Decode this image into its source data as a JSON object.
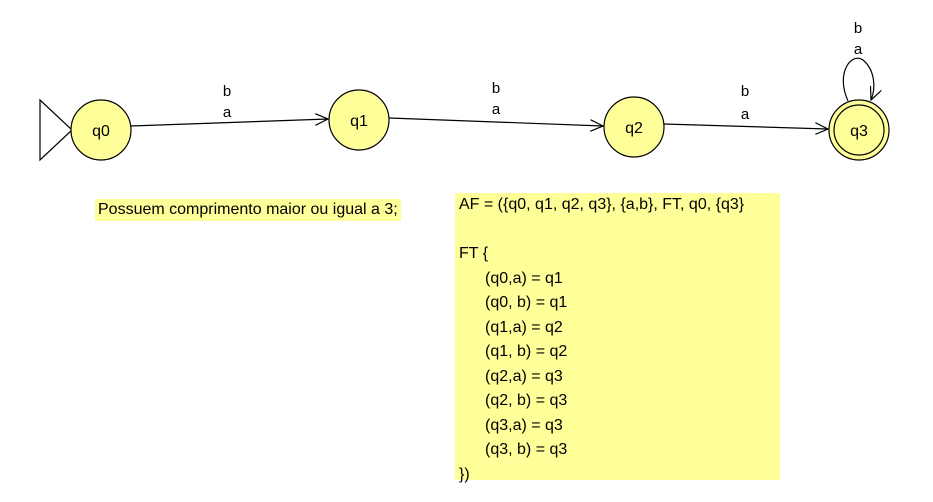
{
  "states": [
    {
      "name": "q0"
    },
    {
      "name": "q1"
    },
    {
      "name": "q2"
    },
    {
      "name": "q3"
    }
  ],
  "transitions": [
    {
      "from": "q0",
      "to": "q1",
      "labels": [
        "b",
        "a"
      ]
    },
    {
      "from": "q1",
      "to": "q2",
      "labels": [
        "b",
        "a"
      ]
    },
    {
      "from": "q2",
      "to": "q3",
      "labels": [
        "b",
        "a"
      ]
    },
    {
      "from": "q3",
      "to": "q3",
      "labels": [
        "b",
        "a"
      ]
    }
  ],
  "initial_state": "q0",
  "final_states": [
    "q3"
  ],
  "notes": {
    "language": "Possuem comprimento maior ou igual a 3;",
    "definition": [
      "AF = ({q0, q1, q2, q3}, {a,b}, FT, q0, {q3}",
      "",
      "FT {",
      "(q0,a) = q1",
      "(q0, b) = q1",
      "(q1,a) = q2",
      "(q1, b) = q2",
      "(q2,a) = q3",
      "(q2, b) = q3",
      "(q3,a) = q3",
      "(q3, b) = q3",
      "})"
    ]
  },
  "colors": {
    "state_fill": "#ffff99",
    "note_fill": "#ffff99",
    "stroke": "#000000"
  }
}
